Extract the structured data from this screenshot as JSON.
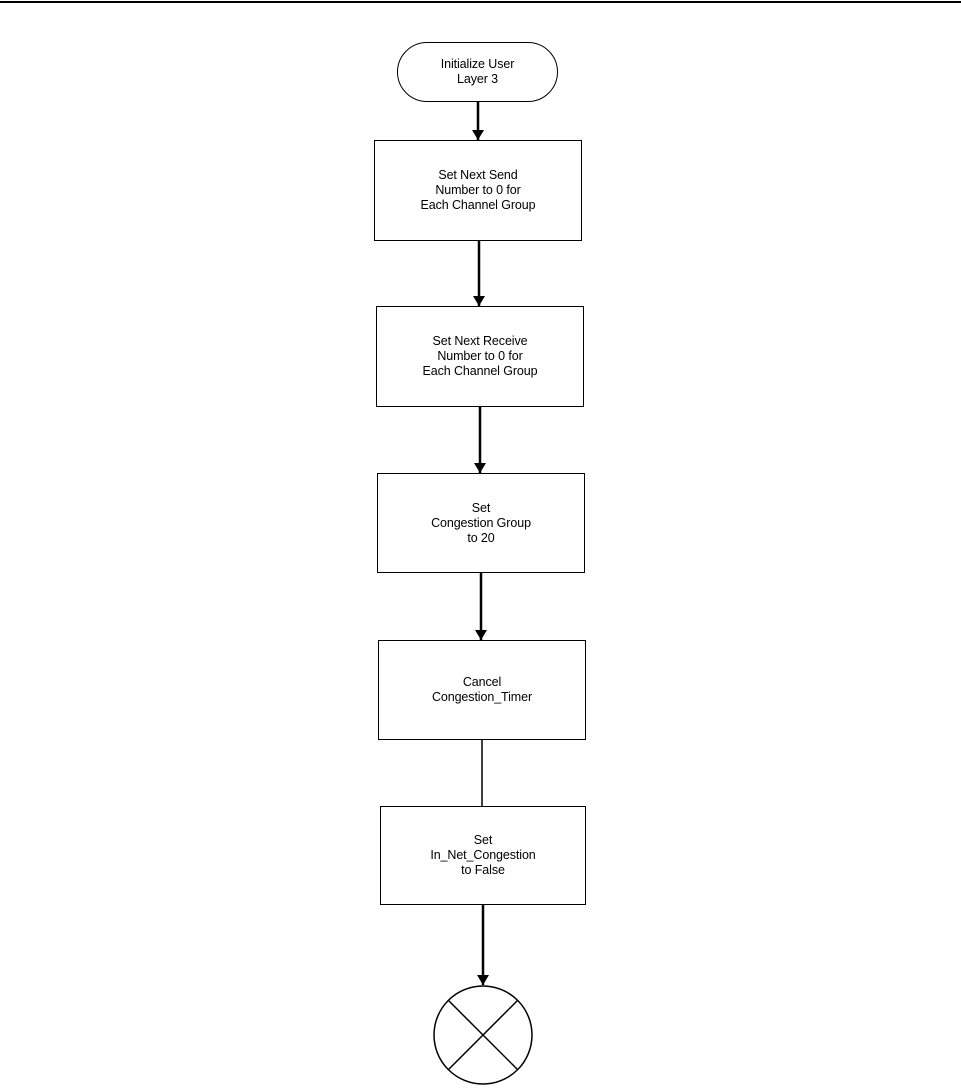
{
  "diagram": {
    "start": {
      "label": "Initialize User\nLayer 3"
    },
    "steps": [
      {
        "label": "Set Next Send\nNumber to 0 for\nEach Channel Group"
      },
      {
        "label": "Set Next Receive\nNumber to 0 for\nEach Channel Group"
      },
      {
        "label": "Set\nCongestion Group\nto 20"
      },
      {
        "label": "Cancel\nCongestion_Timer"
      },
      {
        "label": "Set\nIn_Net_Congestion\nto False"
      }
    ],
    "end": {
      "symbol": "circle-x-connector"
    }
  }
}
